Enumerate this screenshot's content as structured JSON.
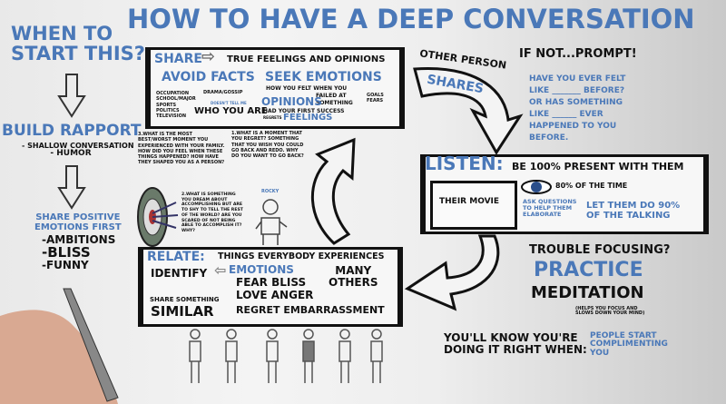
{
  "title": "HOW TO HAVE A DEEP CONVERSATION",
  "left": {
    "question": [
      "WHEN TO",
      "START THIS?"
    ],
    "rapport": "BUILD RAPPORT",
    "rapport_items": [
      "- SHALLOW CONVERSATION",
      "- HUMOR"
    ],
    "positive": [
      "SHARE POSITIVE",
      "EMOTIONS FIRST"
    ],
    "positive_items": [
      "-AMBITIONS",
      "-BLISS",
      "-FUNNY"
    ]
  },
  "share": {
    "label": "SHARE",
    "headline": "TRUE FEELINGS AND OPINIONS",
    "avoid": "AVOID FACTS",
    "facts": "OCCUPATION SCHOOL/MAJOR SPORTS POLITICS TELEVISION",
    "drama": "DRAMA/GOSSIP",
    "doesnt": "DOESN'T TELL ME",
    "who": "WHO YOU ARE",
    "seek": "SEEK EMOTIONS",
    "how_felt": "HOW YOU FELT WHEN YOU",
    "failed": "FAILED AT SOMETHING",
    "opinions": "OPINIONS",
    "success": "HAD YOUR FIRST SUCCESS",
    "regrets": "REGRETS",
    "feelings": "FEELINGS",
    "fears": "GOALS FEARS"
  },
  "questions": {
    "q3": "3.WHAT IS THE MOST BEST/WORST MOMENT YOU EXPERIENCED WITH YOUR FAMILY. HOW DID YOU FEEL WHEN THESE THINGS HAPPENED? HOW HAVE THEY SHAPED YOU AS A PERSON?",
    "q1": "1.WHAT IS A MOMENT THAT YOU REGRET? SOMETHING THAT YOU WISH YOU COULD GO BACK AND REDO. WHY DO YOU WANT TO GO BACK?",
    "q2": "2.WHAT IS SOMETHING YOU DREAM ABOUT ACCOMPLISHING BUT ARE TO SHY TO TELL THE REST OF THE WORLD? ARE YOU SCARED OF NOT BEING ABLE TO ACCOMPLISH IT? WHY?",
    "rocky": "ROCKY"
  },
  "relate": {
    "label": "RELATE:",
    "headline": "THINGS EVERYBODY EXPERIENCES",
    "identify": "IDENTIFY",
    "emotions": "EMOTIONS",
    "row1": "FEAR BLISS",
    "row2": "LOVE ANGER",
    "row3": "REGRET EMBARRASSMENT",
    "many": [
      "MANY",
      "OTHERS"
    ],
    "share_something": "SHARE SOMETHING",
    "similar": "SIMILAR"
  },
  "right": {
    "other_person": "OTHER PERSON",
    "shares": "SHARES",
    "prompt": "IF NOT...PROMPT!",
    "prompt_lines": [
      "HAVE YOU EVER FELT",
      "LIKE _______ BEFORE?",
      "OR HAS SOMETHING",
      "LIKE ______ EVER",
      "HAPPENED TO YOU",
      "BEFORE."
    ]
  },
  "listen": {
    "label": "LISTEN:",
    "headline": "BE 100% PRESENT WITH THEM",
    "movie": "THEIR MOVIE",
    "eye_time": "80% OF THE TIME",
    "ask": [
      "ASK QUESTIONS",
      "TO HELP THEM",
      "ELABORATE"
    ],
    "talking": [
      "LET THEM DO 90%",
      "OF THE TALKING"
    ]
  },
  "focus": {
    "trouble": "TROUBLE FOCUSING?",
    "practice": "PRACTICE",
    "meditation": "MEDITATION",
    "helps": [
      "(HELPS YOU FOCUS AND",
      "SLOWS DOWN YOUR MIND)"
    ],
    "know": [
      "YOU'LL KNOW YOU'RE",
      "DOING IT RIGHT WHEN:"
    ],
    "result": [
      "PEOPLE START",
      "COMPLIMENTING",
      "YOU"
    ]
  },
  "colors": {
    "blue": "#4a78b8",
    "ink": "#111111"
  }
}
